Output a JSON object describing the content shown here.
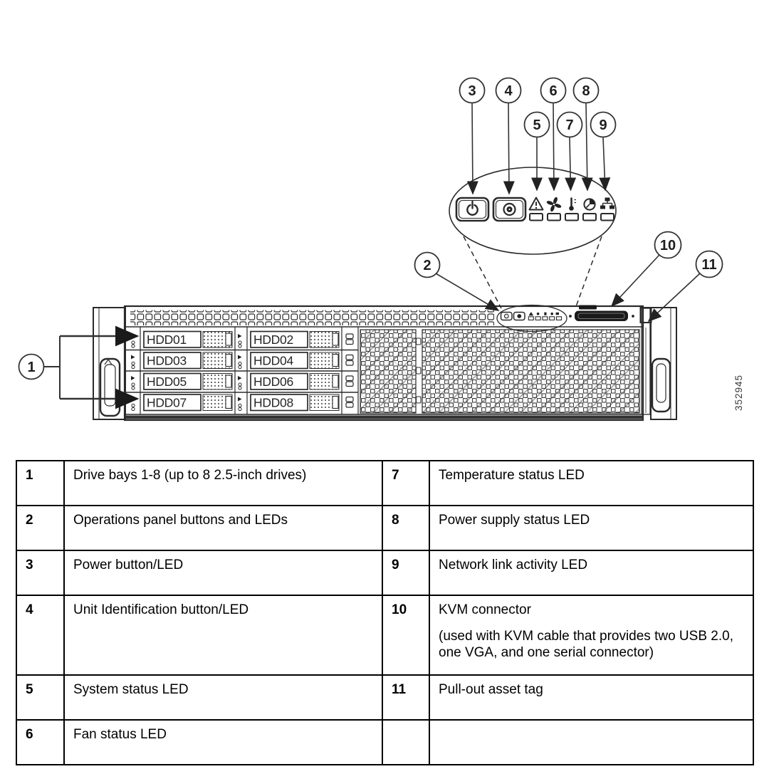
{
  "figure": {
    "id_number": "352945",
    "hdd_labels": [
      "HDD01",
      "HDD02",
      "HDD03",
      "HDD04",
      "HDD05",
      "HDD06",
      "HDD07",
      "HDD08"
    ],
    "callouts": [
      "1",
      "2",
      "3",
      "4",
      "5",
      "6",
      "7",
      "8",
      "9",
      "10",
      "11"
    ],
    "ops_panel_icons": [
      "power-button-icon",
      "unit-identification-button-icon",
      "system-status-warning-icon",
      "fan-status-icon",
      "temperature-status-icon",
      "power-supply-status-icon",
      "network-link-activity-icon"
    ],
    "line_color": "#2a2a2a"
  },
  "legend": {
    "rows": [
      {
        "num_left": "1",
        "desc_left": "Drive bays 1-8 (up to 8 2.5-inch drives)",
        "num_right": "7",
        "desc_right": "Temperature status LED"
      },
      {
        "num_left": "2",
        "desc_left": "Operations panel buttons and LEDs",
        "num_right": "8",
        "desc_right": "Power supply status LED"
      },
      {
        "num_left": "3",
        "desc_left": "Power button/LED",
        "num_right": "9",
        "desc_right": "Network link activity LED"
      },
      {
        "num_left": "4",
        "desc_left": "Unit Identification button/LED",
        "num_right": "10",
        "desc_right": "KVM connector",
        "desc_right_note": "(used with KVM cable that provides two USB 2.0, one VGA, and one serial connector)"
      },
      {
        "num_left": "5",
        "desc_left": "System status LED",
        "num_right": "11",
        "desc_right": "Pull-out asset tag"
      },
      {
        "num_left": "6",
        "desc_left": "Fan status LED",
        "num_right": "",
        "desc_right": ""
      }
    ]
  }
}
